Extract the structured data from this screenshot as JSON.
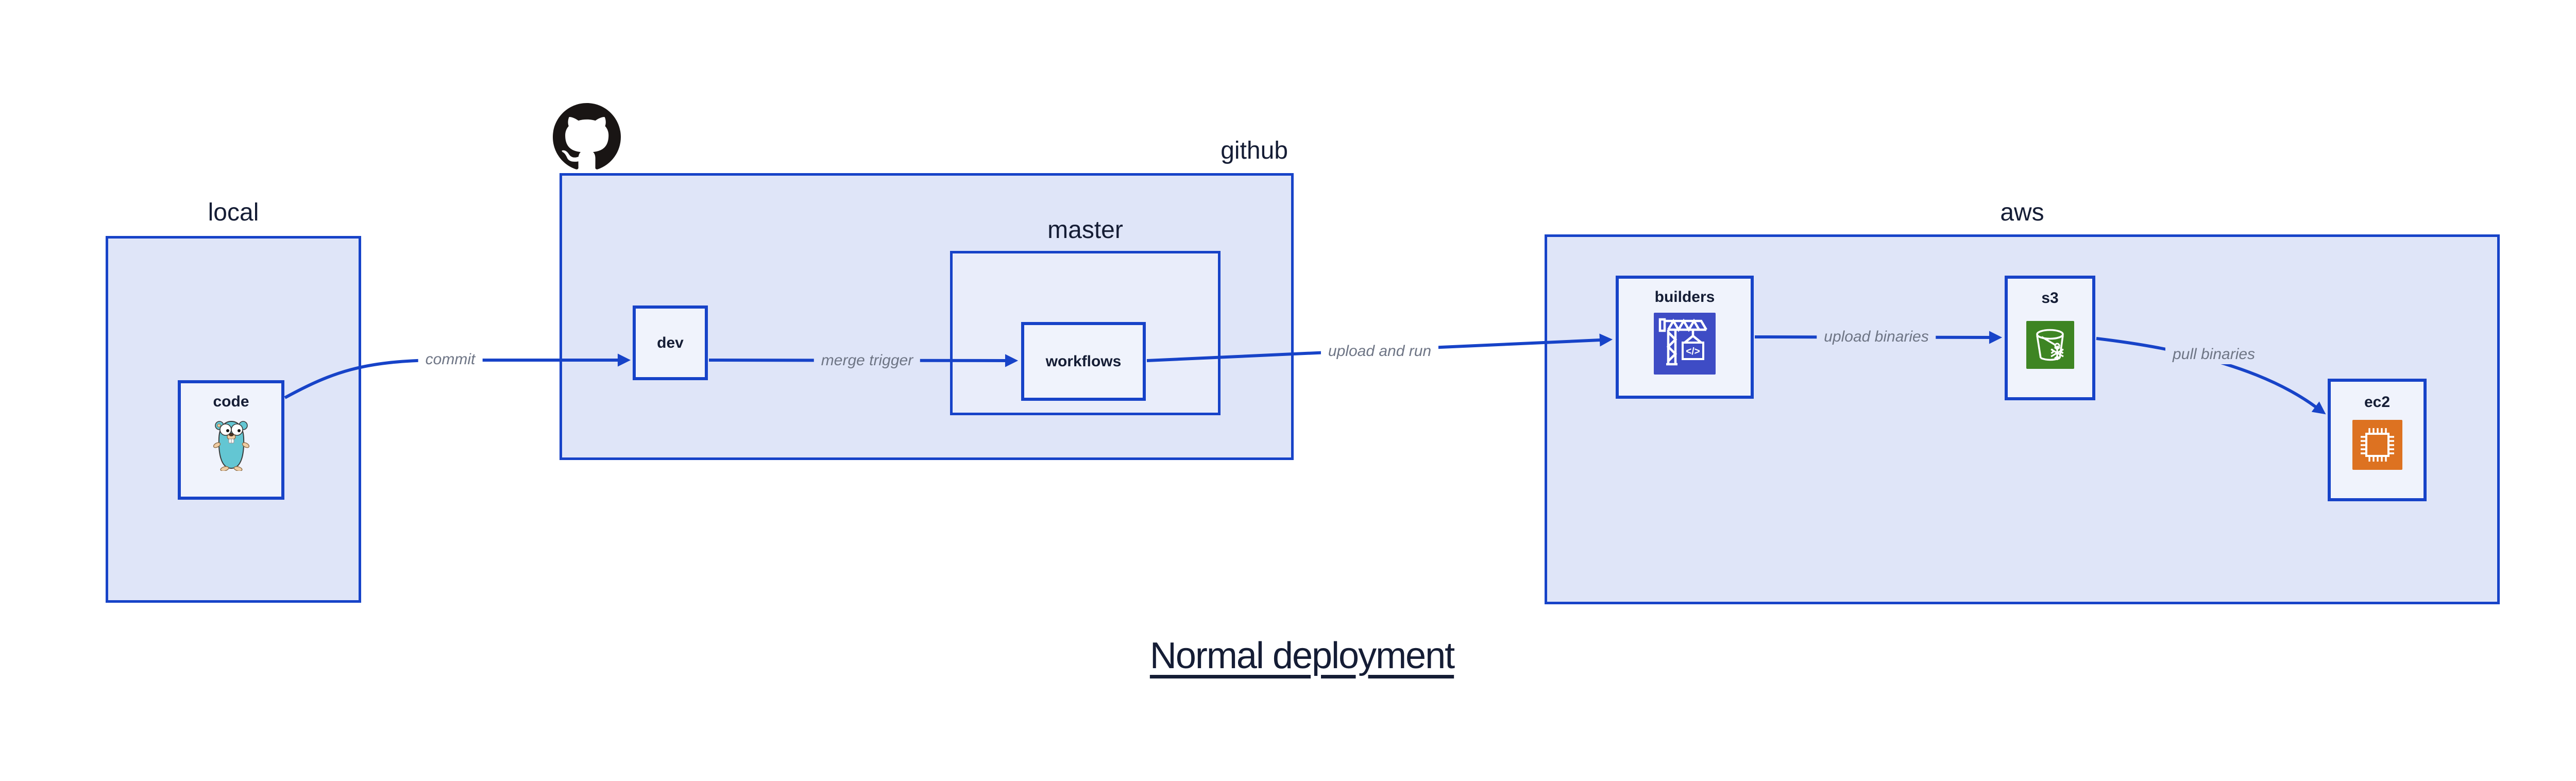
{
  "title": {
    "text": "Normal deployment"
  },
  "theme": {
    "canvas_bg": "#ffffff",
    "stroke_blue": "#1743c8",
    "container_fill": "#dfe5f8",
    "nested_container_fill": "#e9edfa",
    "node_fill": "#f0f3fc",
    "label_dark": "#151d35",
    "edge_label_gray": "#6e7585",
    "codebuild_indigo": "#3e4cc5",
    "s3_green": "#3e8523",
    "ec2_orange": "#dd7221",
    "gopher_teal": "#63c6d3",
    "gopher_beige": "#f0cda4",
    "octocat_black": "#191514"
  },
  "containers": {
    "local": {
      "label": "local"
    },
    "github": {
      "label": "github"
    },
    "master": {
      "label": "master"
    },
    "aws": {
      "label": "aws"
    }
  },
  "nodes": {
    "code": {
      "label": "code",
      "icon": "go-gopher-icon"
    },
    "dev": {
      "label": "dev"
    },
    "workflows": {
      "label": "workflows"
    },
    "builders": {
      "label": "builders",
      "icon": "codebuild-crane-icon",
      "icon_glyph": "</>"
    },
    "s3": {
      "label": "s3",
      "icon": "s3-glacier-bucket-icon"
    },
    "ec2": {
      "label": "ec2",
      "icon": "ec2-chip-icon"
    }
  },
  "edges": [
    {
      "from": "code",
      "to": "dev",
      "label": "commit"
    },
    {
      "from": "dev",
      "to": "workflows",
      "label": "merge trigger"
    },
    {
      "from": "workflows",
      "to": "builders",
      "label": "upload and run"
    },
    {
      "from": "builders",
      "to": "s3",
      "label": "upload binaries"
    },
    {
      "from": "s3",
      "to": "ec2",
      "label": "pull binaries"
    }
  ],
  "icons": {
    "github_logo": "github-octocat-icon"
  }
}
